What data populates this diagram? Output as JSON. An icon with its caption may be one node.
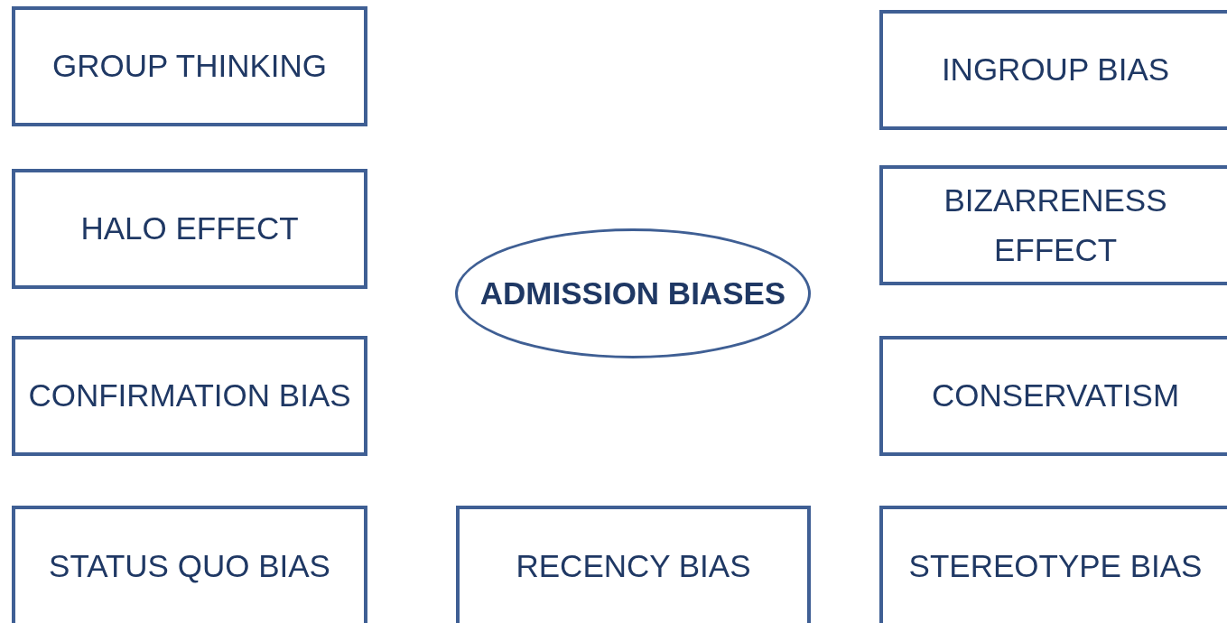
{
  "diagram": {
    "nodes": [
      {
        "text": [
          "GROUP THINKING"
        ]
      },
      {
        "text": [
          "INGROUP BIAS"
        ]
      },
      {
        "text": [
          "HALO EFFECT"
        ]
      },
      {
        "text": [
          "BIZARRENESS EFFECT"
        ]
      },
      {
        "text": [
          "ADMISSION BIASES"
        ]
      },
      {
        "text": [
          "CONFIRMATION BIAS"
        ]
      },
      {
        "text": [
          "CONSERVATISM"
        ]
      },
      {
        "text": [
          "STATUS QUO BIAS"
        ]
      },
      {
        "text": [
          "RECENCY BIAS"
        ]
      },
      {
        "text": [
          "STEREOTYPE BIAS"
        ]
      }
    ]
  }
}
